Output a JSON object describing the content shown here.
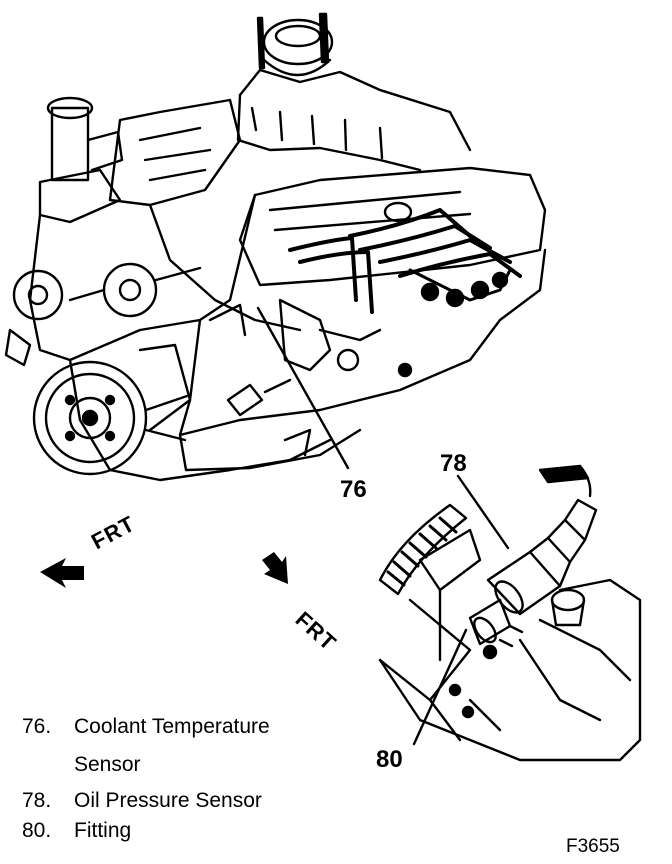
{
  "callouts": {
    "c76": "76",
    "c78": "78",
    "c80": "80"
  },
  "direction_labels": {
    "left": "FRT",
    "right": "FRT"
  },
  "legend": [
    {
      "number": "76.",
      "line1": "Coolant Temperature",
      "line2": "Sensor"
    },
    {
      "number": "78.",
      "line1": "Oil Pressure Sensor"
    },
    {
      "number": "80.",
      "line1": "Fitting"
    }
  ],
  "figure_id": "F3655"
}
